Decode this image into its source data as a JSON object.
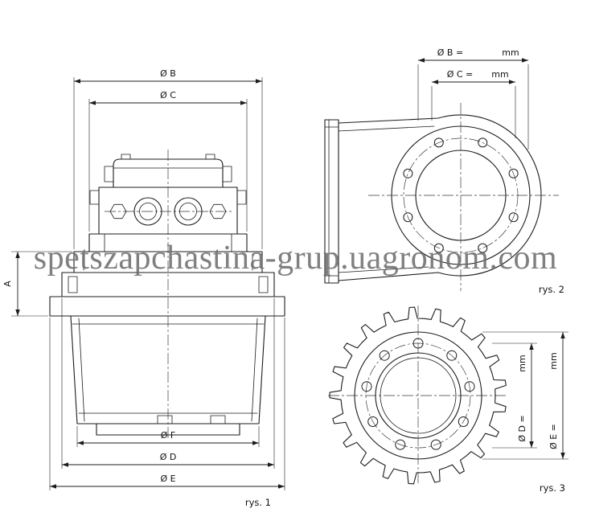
{
  "watermark": "spetszapchastina-grup.uagronom.com",
  "colors": {
    "line": "#1c1c1c",
    "watermark": "#6f6f6f",
    "background": "#ffffff"
  },
  "fig1": {
    "caption": "rys. 1",
    "dim_b": "Ø B",
    "dim_c": "Ø C",
    "dim_a": "A",
    "dim_f": "Ø F",
    "dim_d": "Ø D",
    "dim_e": "Ø E"
  },
  "fig2": {
    "caption": "rys. 2",
    "dim_b_label": "Ø B =",
    "dim_b_unit": "mm",
    "dim_c_label": "Ø C =",
    "dim_c_unit": "mm"
  },
  "fig3": {
    "caption": "rys. 3",
    "dim_d_label": "Ø D =",
    "dim_d_unit": "mm",
    "dim_e_label": "Ø E =",
    "dim_e_unit": "mm"
  }
}
